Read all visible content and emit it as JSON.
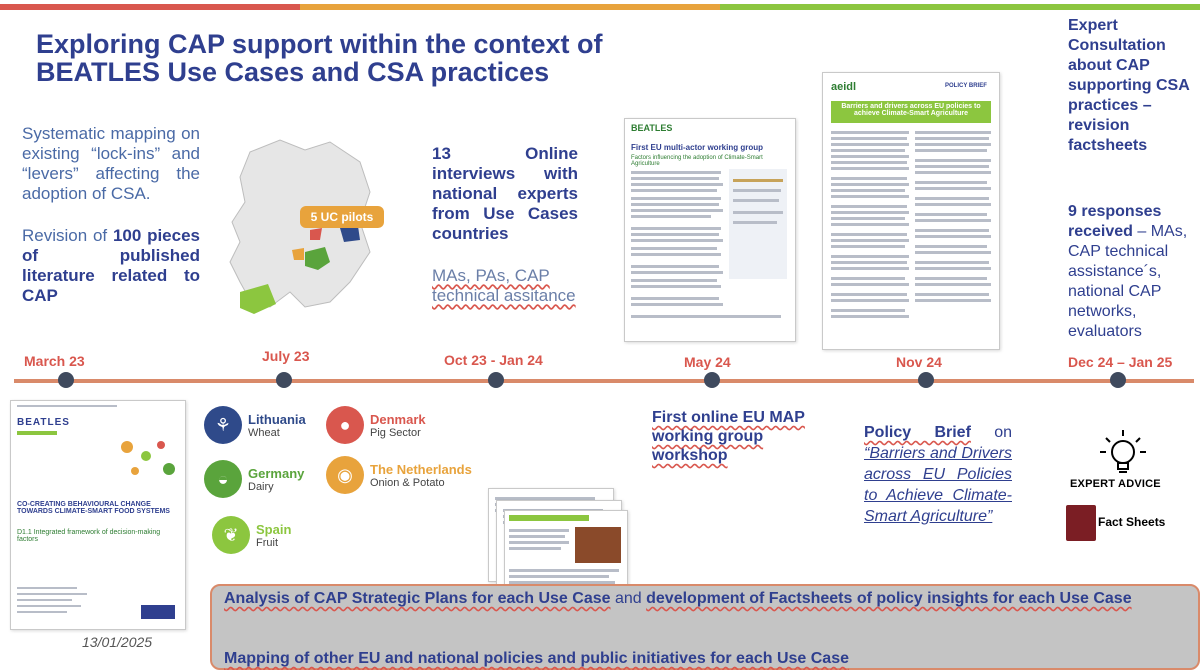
{
  "title": {
    "line1": "Exploring CAP support within the context of",
    "line2": "BEATLES Use Cases and CSA practices"
  },
  "march": {
    "date": "March 23",
    "p1": "Systematic mapping on existing “lock-ins” and “levers” affecting the adoption of CSA.",
    "p2_pre": "Revision of ",
    "p2_bold": "100 pieces of published literature related to CAP",
    "doc_brand": "BEATLES",
    "doc_title": "CO-CREATING BEHAVIOURAL CHANGE TOWARDS CLIMATE-SMART FOOD SYSTEMS",
    "doc_sub": "D1.1 Integrated framework of decision-making factors",
    "footer_date": "13/01/2025"
  },
  "july": {
    "date": "July 23",
    "map_label": "5 UC pilots",
    "use_cases": [
      {
        "name": "Lithuania",
        "sector": "Wheat",
        "color": "#2f4a8a",
        "glyph": "⚘"
      },
      {
        "name": "Denmark",
        "sector": "Pig Sector",
        "color": "#d9574e",
        "glyph": "●"
      },
      {
        "name": "Germany",
        "sector": "Dairy",
        "color": "#5aa43c",
        "glyph": "◒"
      },
      {
        "name": "The Netherlands",
        "sector": "Onion & Potato",
        "color": "#e8a33c",
        "glyph": "◉"
      },
      {
        "name": "Spain",
        "sector": "Fruit",
        "color": "#8cc63f",
        "glyph": "❦"
      }
    ]
  },
  "oct": {
    "date": "Oct 23 - Jan 24",
    "p1": "13 Online interviews with national experts from Use Cases countries",
    "p2": "MAs, PAs, CAP technical assitance"
  },
  "may": {
    "date": "May 24",
    "doc_header": "First EU multi-actor working group",
    "doc_sub": "Factors influencing the adoption of Climate-Smart Agriculture",
    "workshop": "First online EU MAP working group workshop"
  },
  "nov": {
    "date": "Nov 24",
    "doc_brand": "aeidl",
    "doc_badge": "POLICY BRIEF",
    "doc_title": "Barriers and drivers across EU policies to achieve Climate-Smart Agriculture",
    "brief_pre": "Policy Brief",
    "brief_on": " on ",
    "brief_title": "“Barriers and Drivers across EU Policies to Achieve Climate-Smart Agriculture”"
  },
  "dec": {
    "date": "Dec 24 – Jan 25",
    "p1": "Expert Consultation about CAP supporting CSA practices – revision factsheets",
    "p2_bold": "9 responses received",
    "p2_rest": " – MAs, CAP technical assistance´s, national CAP networks, evaluators",
    "expert_label": "EXPERT ADVICE",
    "factsheets_label": "Fact Sheets"
  },
  "banner": {
    "l1_bold1": "Analysis of CAP Strategic Plans for each Use Case",
    "l1_mid": " and ",
    "l1_bold2": "development of Factsheets of policy insights for each Use Case",
    "l2": "Mapping of other EU and national policies and public initiatives for each Use Case"
  },
  "colors": {
    "title": "#2f3f8f",
    "text_blue": "#4a6aa6",
    "accent_red": "#d9574e",
    "timeline": "#d98a6a",
    "dot": "#3f4a5e"
  }
}
